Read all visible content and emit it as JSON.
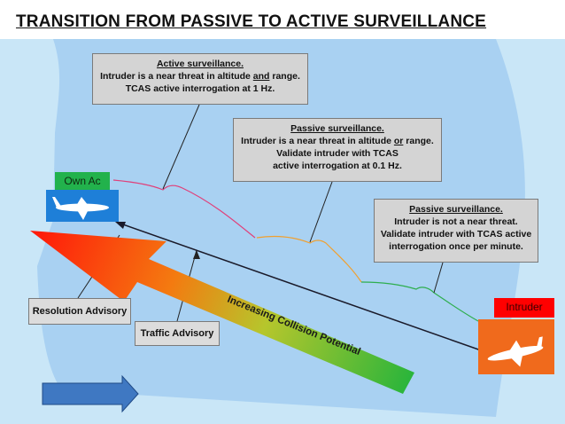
{
  "title": "TRANSITION FROM PASSIVE TO ACTIVE SURVEILLANCE",
  "callouts": {
    "active": {
      "heading": "Active surveillance.",
      "line1_pre": "Intruder is a near threat in altitude ",
      "line1_emph": "and",
      "line1_post": " range.",
      "line2": "TCAS active interrogation at 1 Hz."
    },
    "passive_near": {
      "heading": "Passive surveillance.",
      "line1_pre": "Intruder is a near threat in altitude ",
      "line1_emph": "or",
      "line1_post": " range.",
      "line2": "Validate intruder with TCAS",
      "line3": "active interrogation at 0.1 Hz."
    },
    "passive_far": {
      "heading": "Passive surveillance.",
      "line1": "Intruder is not a near threat.",
      "line2": "Validate intruder with TCAS active",
      "line3": "interrogation once per minute."
    }
  },
  "labels": {
    "own_ac": "Own Ac",
    "intruder": "Intruder",
    "resolution_advisory": "Resolution Advisory",
    "traffic_advisory": "Traffic Advisory",
    "collision_potential": "Increasing Collision Potential"
  },
  "colors": {
    "sky": "#c9e6f7",
    "panel": "#a9d1f2",
    "own_ac_tag": "#22b24c",
    "intruder_tag": "#ff0000",
    "own_ac_box": "#1e7fd8",
    "intruder_box": "#f06a1c",
    "brace_active": "#e0407a",
    "brace_passive_near": "#f0a030",
    "brace_passive_far": "#2eae4e",
    "nav_arrow": "#3f78c2"
  },
  "icons": {
    "own_ac": "airplane-icon",
    "intruder": "airplane-icon",
    "nav": "right-arrow-icon"
  }
}
